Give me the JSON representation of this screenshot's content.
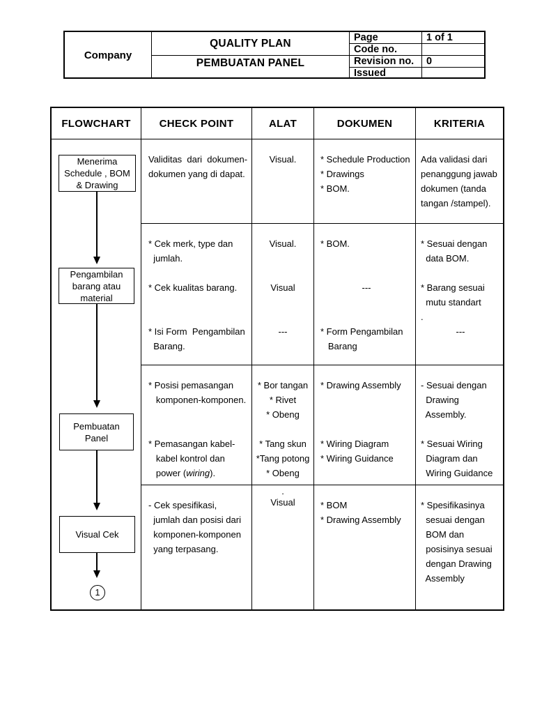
{
  "page": {
    "background_color": "#ffffff",
    "text_color": "#000000",
    "line_color": "#000000"
  },
  "header_table": {
    "company": "Company",
    "title_line1": "QUALITY PLAN",
    "title_line2": "PEMBUATAN PANEL",
    "meta": [
      {
        "label": "Page",
        "value": "1 of 1"
      },
      {
        "label": "Code no.",
        "value": ""
      },
      {
        "label": "Revision no.",
        "value": "0"
      },
      {
        "label": "Issued",
        "value": ""
      }
    ]
  },
  "main_table": {
    "columns": [
      "FLOWCHART",
      "CHECK POINT",
      "ALAT",
      "DOKUMEN",
      "KRITERIA"
    ],
    "rows": [
      {
        "cells": [
          [
            "Validitas  dari  dokumen-",
            "dokumen yang di dapat."
          ],
          [
            "Visual."
          ],
          [
            "* Schedule Production",
            "* Drawings",
            "* BOM."
          ],
          [
            "Ada validasi dari",
            "penanggung jawab",
            "dokumen (tanda",
            "tangan /stampel)."
          ]
        ]
      },
      {
        "cells": [
          [
            "* Cek merk, type dan",
            "  jumlah.",
            "",
            "* Cek kualitas barang.",
            "",
            "",
            "* Isi Form  Pengambilan",
            "  Barang."
          ],
          [
            "Visual.",
            "",
            "",
            "Visual",
            "",
            "",
            "---"
          ],
          [
            "* BOM.",
            "",
            "",
            {
              "t": "---",
              "c": true
            },
            "",
            "",
            "* Form Pengambilan",
            "   Barang"
          ],
          [
            "* Sesuai dengan",
            "  data BOM.",
            "",
            "* Barang sesuai",
            "  mutu standart",
            ".",
            {
              "t": "---",
              "c": true
            }
          ]
        ]
      },
      {
        "cells": [
          [
            "* Posisi pemasangan",
            "   komponen-komponen.",
            "",
            "",
            "* Pemasangan kabel-",
            "   kabel kontrol dan",
            {
              "parts": [
                {
                  "t": "   power ("
                },
                {
                  "t": "wiring",
                  "i": true
                },
                {
                  "t": ")."
                }
              ]
            }
          ],
          [
            "* Bor tangan",
            "* Rivet",
            "* Obeng",
            "",
            "* Tang skun",
            "*Tang potong",
            "* Obeng"
          ],
          [
            "* Drawing Assembly",
            "",
            "",
            "",
            "* Wiring Diagram",
            "* Wiring Guidance"
          ],
          [
            "- Sesuai dengan",
            "  Drawing",
            "  Assembly.",
            "",
            "* Sesuai Wiring",
            "  Diagram dan",
            "  Wiring Guidance"
          ]
        ]
      },
      {
        "cells": [
          [
            "- Cek spesifikasi,",
            "  jumlah dan posisi dari",
            "  komponen-komponen",
            "  yang terpasang."
          ],
          [
            ".",
            "Visual"
          ],
          [
            "* BOM",
            "* Drawing Assembly"
          ],
          [
            "* Spesifikasinya",
            "  sesuai dengan",
            "  BOM dan",
            "  posisinya sesuai",
            "  dengan Drawing",
            "  Assembly"
          ]
        ]
      }
    ]
  },
  "flowchart": {
    "boxes": [
      {
        "lines": [
          "Menerima",
          "Schedule , BOM",
          "& Drawing"
        ]
      },
      {
        "lines": [
          "Pengambilan",
          "barang atau",
          "material"
        ]
      },
      {
        "lines": [
          "Pembuatan",
          "Panel"
        ]
      },
      {
        "lines": [
          "Visual Cek"
        ]
      }
    ],
    "connector_label": "1"
  }
}
